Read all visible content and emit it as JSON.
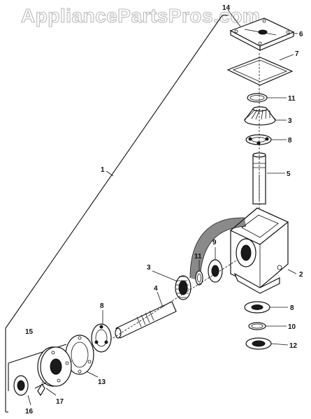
{
  "watermark": "AppliancePartsPros.com",
  "callouts": {
    "c1": "1",
    "c2": "2",
    "c3a": "3",
    "c3b": "3",
    "c4": "4",
    "c5": "5",
    "c6": "6",
    "c7": "7",
    "c8a": "8",
    "c8b": "8",
    "c8c": "8",
    "c9": "9",
    "c10": "10",
    "c11a": "11",
    "c11b": "11",
    "c12": "12",
    "c13": "13",
    "c14": "14",
    "c15": "15",
    "c16": "16",
    "c17": "17"
  }
}
